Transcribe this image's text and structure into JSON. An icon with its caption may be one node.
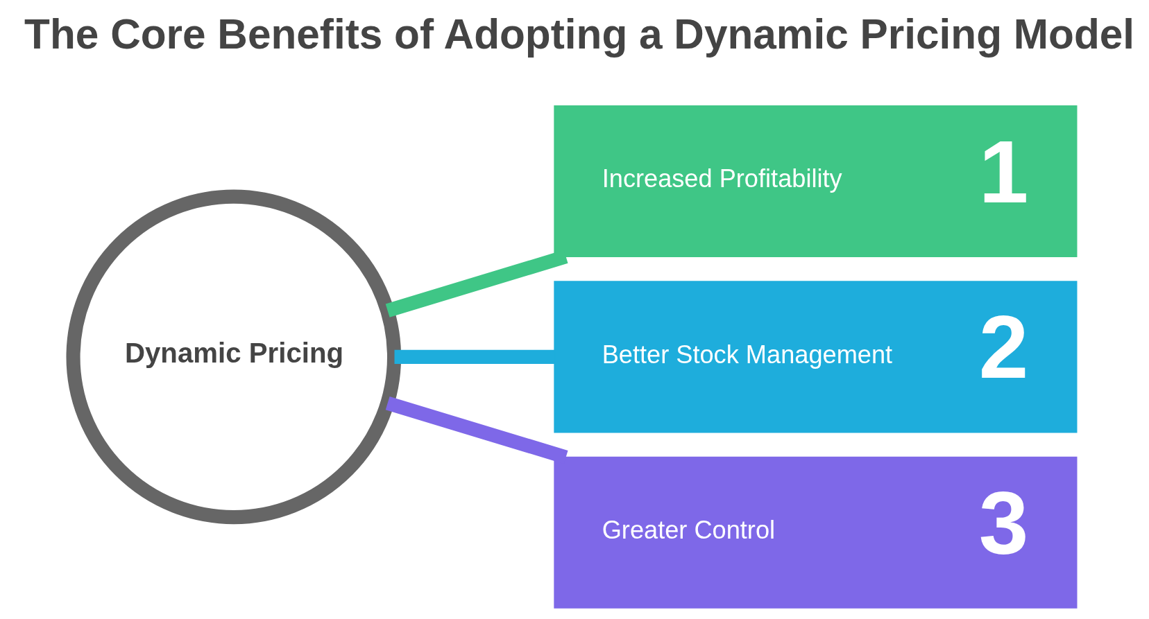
{
  "diagram": {
    "title": "The Core Benefits of Adopting a Dynamic Pricing Model",
    "nodes": [
      {
        "text": [
          "Dynamic Pricing"
        ]
      },
      {
        "text": [
          "Increased Profitability",
          "1"
        ]
      },
      {
        "text": [
          "Better Stock Management",
          "2"
        ]
      },
      {
        "text": [
          "Greater Control",
          "3"
        ]
      }
    ],
    "edges": [
      {
        "from": 0,
        "to": 1,
        "arrow": "none",
        "color": "#3fc686"
      },
      {
        "from": 0,
        "to": 2,
        "arrow": "none",
        "color": "#1eaddc"
      },
      {
        "from": 0,
        "to": 3,
        "arrow": "none",
        "color": "#7e68e8"
      }
    ]
  }
}
